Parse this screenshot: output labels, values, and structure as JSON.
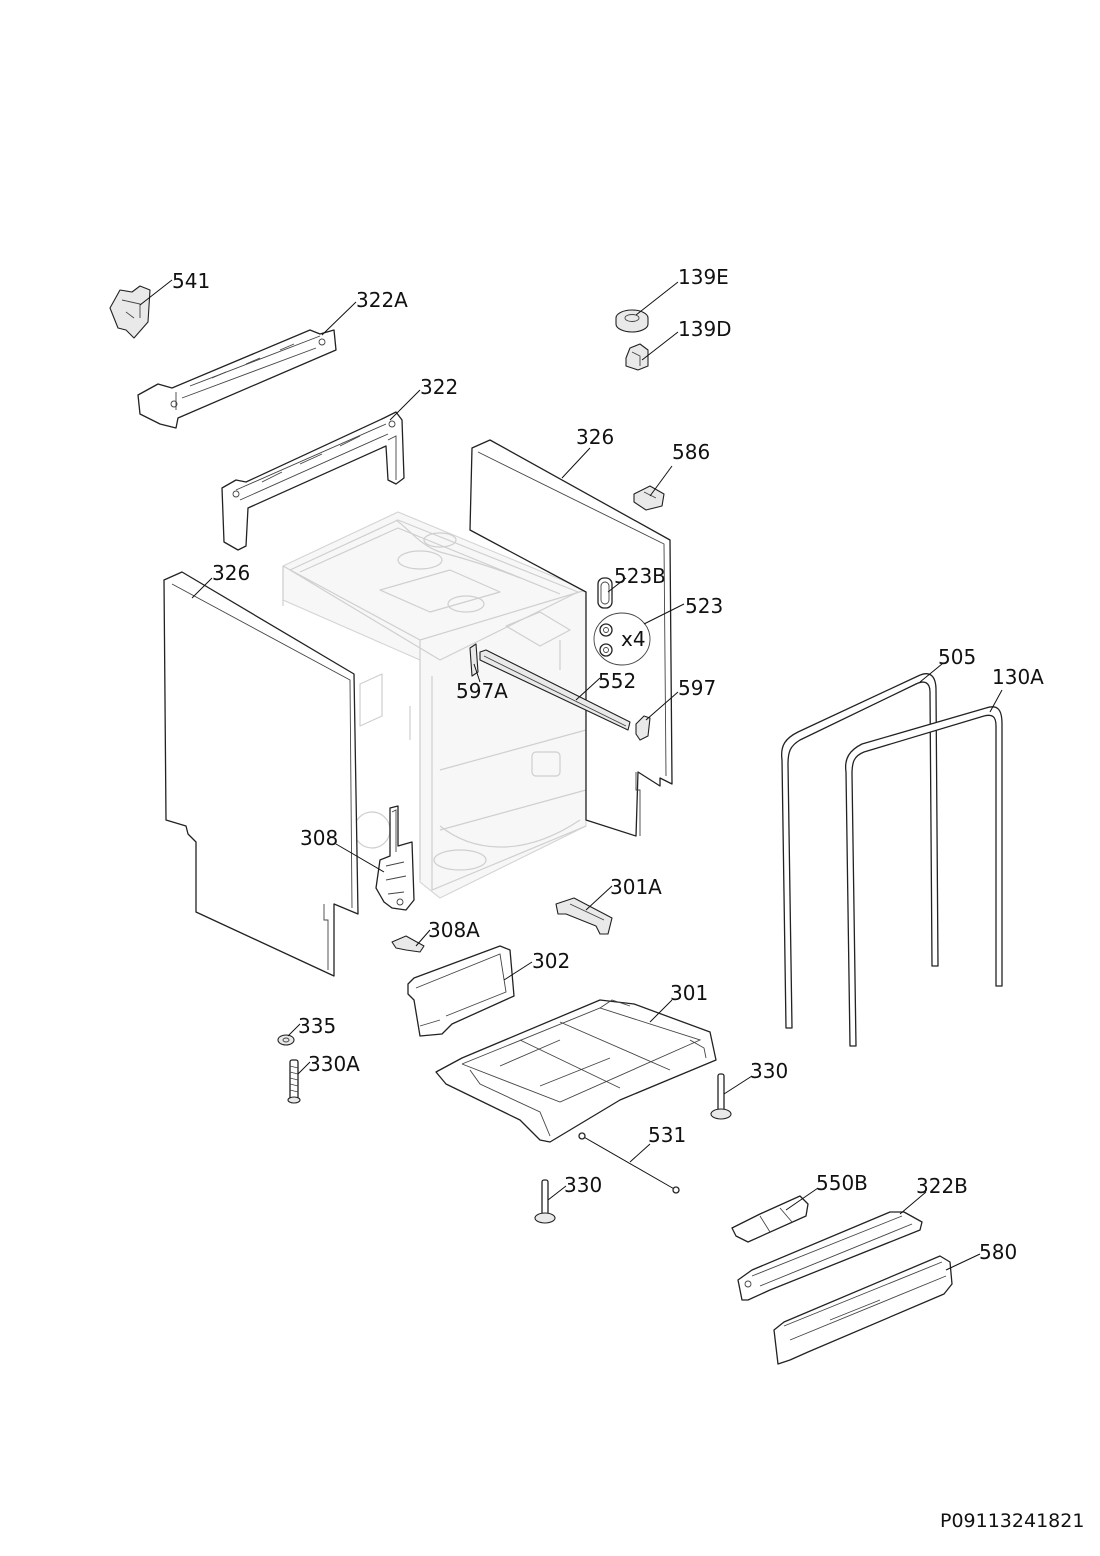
{
  "labels": {
    "l541": "541",
    "l322a": "322A",
    "l139e": "139E",
    "l139d": "139D",
    "l322": "322",
    "l326_right": "326",
    "l586": "586",
    "l326_left": "326",
    "l523b": "523B",
    "l523": "523",
    "x4": "x4",
    "l505": "505",
    "l130a": "130A",
    "l597a": "597A",
    "l552": "552",
    "l597": "597",
    "l308": "308",
    "l301a": "301A",
    "l308a": "308A",
    "l302": "302",
    "l301": "301",
    "l335": "335",
    "l330a": "330A",
    "l330_right": "330",
    "l531": "531",
    "l330_bottom": "330",
    "l550b": "550B",
    "l322b": "322B",
    "l580": "580"
  },
  "document_code": "P09113241821"
}
